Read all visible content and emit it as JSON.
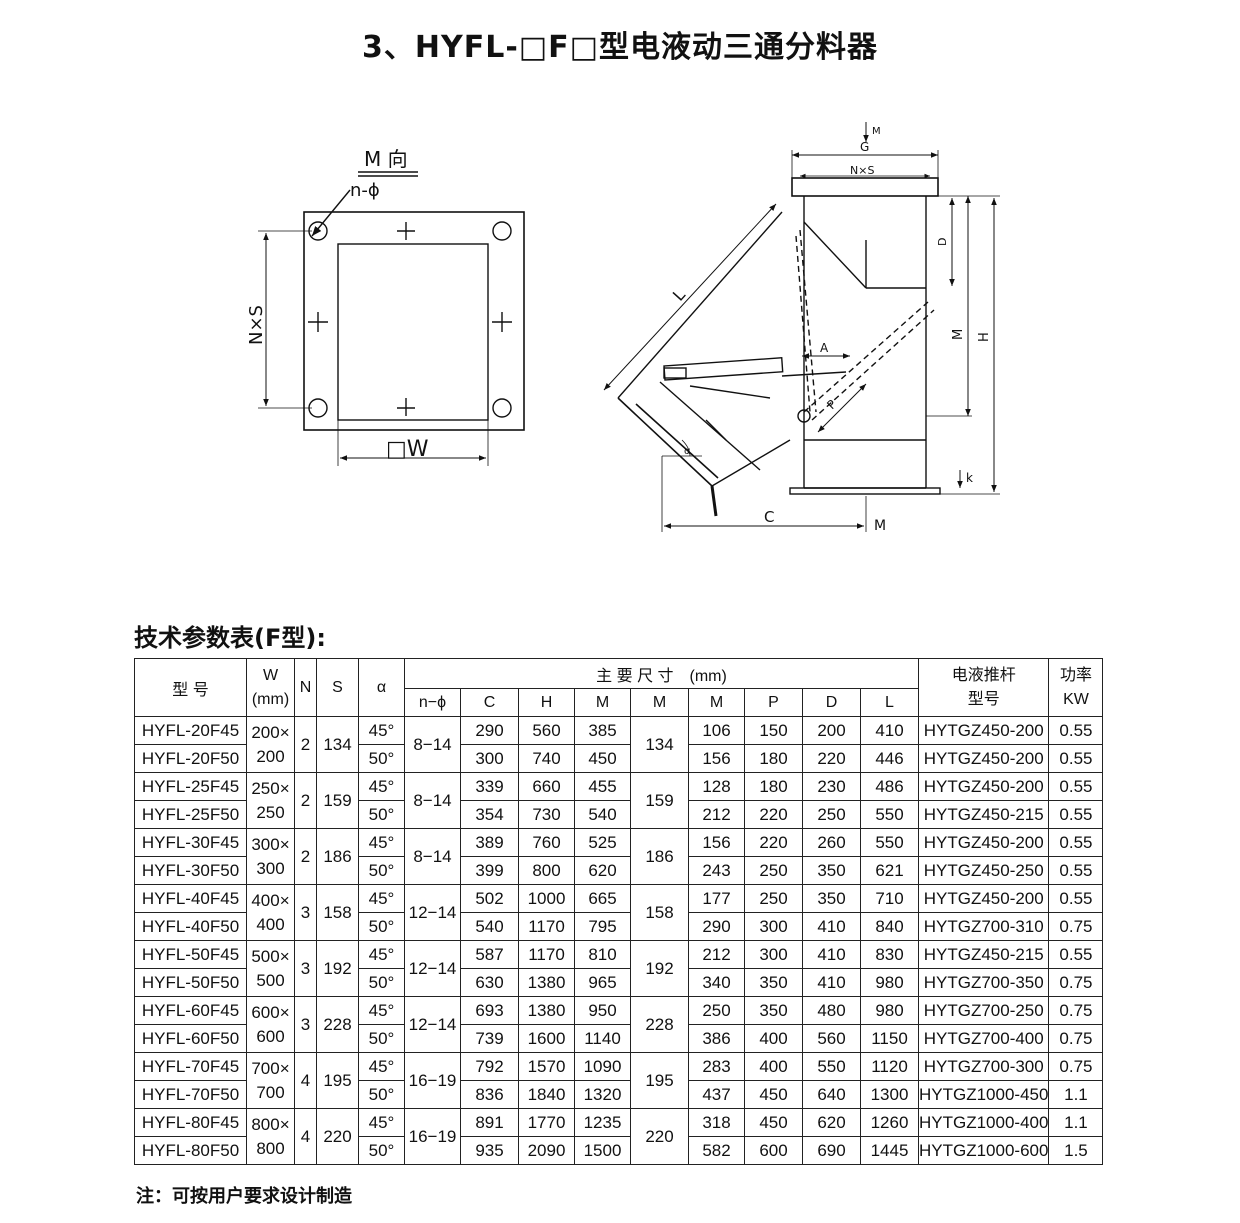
{
  "title": "3、HYFL-□F□型电液动三通分料器",
  "drawing": {
    "left_view_label": "M 向",
    "hole_label": "n-ϕ",
    "height_label": "N×S",
    "width_label": "□W",
    "top_arrow_label": "M",
    "g_label": "G",
    "ns_label": "N×S",
    "d_label": "D",
    "l_label": "L",
    "a_label": "A",
    "p_label": "P",
    "alpha_label": "α",
    "m_side_label": "M",
    "h_label": "H",
    "k_label": "k",
    "c_label": "C",
    "m_bottom_label": "M"
  },
  "table_title": "技术参数表(F型):",
  "table": {
    "headers": {
      "model": "型 号",
      "w_top": "W",
      "w_unit": "(mm)",
      "n": "N",
      "s": "S",
      "alpha": "α",
      "main_dims": "主 要 尺 寸　(mm)",
      "pusher_top": "电液推杆",
      "pusher_bottom": "型号",
      "power_top": "功率",
      "power_bottom": "KW",
      "sub": [
        "n−ϕ",
        "C",
        "H",
        "M",
        "M",
        "M",
        "P",
        "D",
        "L"
      ]
    },
    "groups": [
      {
        "w1": "200×",
        "w2": "200",
        "n": "2",
        "s": "134",
        "nphi": "8−14",
        "m2": "134",
        "rows": [
          {
            "model": "HYFL-20F45",
            "alpha": "45°",
            "c": "290",
            "h": "560",
            "m1": "385",
            "m3": "106",
            "p": "150",
            "d": "200",
            "l": "410",
            "pusher": "HYTGZ450-200",
            "kw": "0.55"
          },
          {
            "model": "HYFL-20F50",
            "alpha": "50°",
            "c": "300",
            "h": "740",
            "m1": "450",
            "m3": "156",
            "p": "180",
            "d": "220",
            "l": "446",
            "pusher": "HYTGZ450-200",
            "kw": "0.55"
          }
        ]
      },
      {
        "w1": "250×",
        "w2": "250",
        "n": "2",
        "s": "159",
        "nphi": "8−14",
        "m2": "159",
        "rows": [
          {
            "model": "HYFL-25F45",
            "alpha": "45°",
            "c": "339",
            "h": "660",
            "m1": "455",
            "m3": "128",
            "p": "180",
            "d": "230",
            "l": "486",
            "pusher": "HYTGZ450-200",
            "kw": "0.55"
          },
          {
            "model": "HYFL-25F50",
            "alpha": "50°",
            "c": "354",
            "h": "730",
            "m1": "540",
            "m3": "212",
            "p": "220",
            "d": "250",
            "l": "550",
            "pusher": "HYTGZ450-215",
            "kw": "0.55"
          }
        ]
      },
      {
        "w1": "300×",
        "w2": "300",
        "n": "2",
        "s": "186",
        "nphi": "8−14",
        "m2": "186",
        "rows": [
          {
            "model": "HYFL-30F45",
            "alpha": "45°",
            "c": "389",
            "h": "760",
            "m1": "525",
            "m3": "156",
            "p": "220",
            "d": "260",
            "l": "550",
            "pusher": "HYTGZ450-200",
            "kw": "0.55"
          },
          {
            "model": "HYFL-30F50",
            "alpha": "50°",
            "c": "399",
            "h": "800",
            "m1": "620",
            "m3": "243",
            "p": "250",
            "d": "350",
            "l": "621",
            "pusher": "HYTGZ450-250",
            "kw": "0.55"
          }
        ]
      },
      {
        "w1": "400×",
        "w2": "400",
        "n": "3",
        "s": "158",
        "nphi": "12−14",
        "m2": "158",
        "rows": [
          {
            "model": "HYFL-40F45",
            "alpha": "45°",
            "c": "502",
            "h": "1000",
            "m1": "665",
            "m3": "177",
            "p": "250",
            "d": "350",
            "l": "710",
            "pusher": "HYTGZ450-200",
            "kw": "0.55"
          },
          {
            "model": "HYFL-40F50",
            "alpha": "50°",
            "c": "540",
            "h": "1170",
            "m1": "795",
            "m3": "290",
            "p": "300",
            "d": "410",
            "l": "840",
            "pusher": "HYTGZ700-310",
            "kw": "0.75"
          }
        ]
      },
      {
        "w1": "500×",
        "w2": "500",
        "n": "3",
        "s": "192",
        "nphi": "12−14",
        "m2": "192",
        "rows": [
          {
            "model": "HYFL-50F45",
            "alpha": "45°",
            "c": "587",
            "h": "1170",
            "m1": "810",
            "m3": "212",
            "p": "300",
            "d": "410",
            "l": "830",
            "pusher": "HYTGZ450-215",
            "kw": "0.55"
          },
          {
            "model": "HYFL-50F50",
            "alpha": "50°",
            "c": "630",
            "h": "1380",
            "m1": "965",
            "m3": "340",
            "p": "350",
            "d": "410",
            "l": "980",
            "pusher": "HYTGZ700-350",
            "kw": "0.75"
          }
        ]
      },
      {
        "w1": "600×",
        "w2": "600",
        "n": "3",
        "s": "228",
        "nphi": "12−14",
        "m2": "228",
        "rows": [
          {
            "model": "HYFL-60F45",
            "alpha": "45°",
            "c": "693",
            "h": "1380",
            "m1": "950",
            "m3": "250",
            "p": "350",
            "d": "480",
            "l": "980",
            "pusher": "HYTGZ700-250",
            "kw": "0.75"
          },
          {
            "model": "HYFL-60F50",
            "alpha": "50°",
            "c": "739",
            "h": "1600",
            "m1": "1140",
            "m3": "386",
            "p": "400",
            "d": "560",
            "l": "1150",
            "pusher": "HYTGZ700-400",
            "kw": "0.75"
          }
        ]
      },
      {
        "w1": "700×",
        "w2": "700",
        "n": "4",
        "s": "195",
        "nphi": "16−19",
        "m2": "195",
        "rows": [
          {
            "model": "HYFL-70F45",
            "alpha": "45°",
            "c": "792",
            "h": "1570",
            "m1": "1090",
            "m3": "283",
            "p": "400",
            "d": "550",
            "l": "1120",
            "pusher": "HYTGZ700-300",
            "kw": "0.75"
          },
          {
            "model": "HYFL-70F50",
            "alpha": "50°",
            "c": "836",
            "h": "1840",
            "m1": "1320",
            "m3": "437",
            "p": "450",
            "d": "640",
            "l": "1300",
            "pusher": "HYTGZ1000-450",
            "kw": "1.1"
          }
        ]
      },
      {
        "w1": "800×",
        "w2": "800",
        "n": "4",
        "s": "220",
        "nphi": "16−19",
        "m2": "220",
        "rows": [
          {
            "model": "HYFL-80F45",
            "alpha": "45°",
            "c": "891",
            "h": "1770",
            "m1": "1235",
            "m3": "318",
            "p": "450",
            "d": "620",
            "l": "1260",
            "pusher": "HYTGZ1000-400",
            "kw": "1.1"
          },
          {
            "model": "HYFL-80F50",
            "alpha": "50°",
            "c": "935",
            "h": "2090",
            "m1": "1500",
            "m3": "582",
            "p": "600",
            "d": "690",
            "l": "1445",
            "pusher": "HYTGZ1000-600",
            "kw": "1.5"
          }
        ]
      }
    ]
  },
  "note": "注：可按用户要求设计制造"
}
